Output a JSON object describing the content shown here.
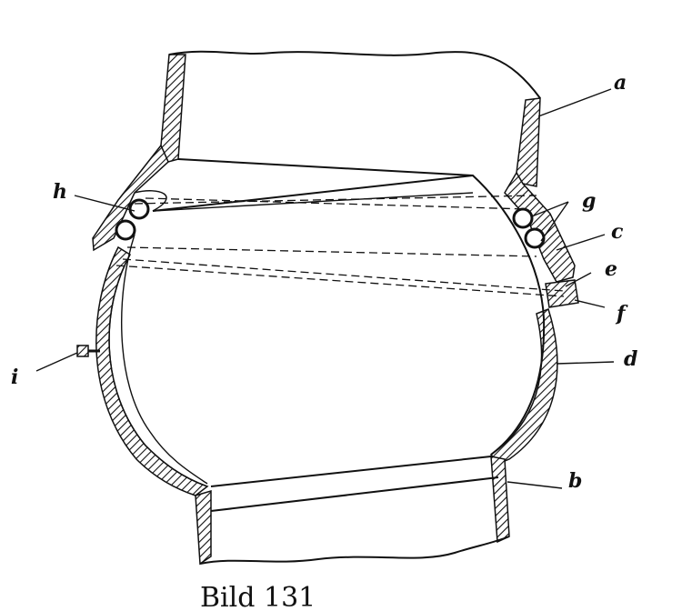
{
  "figure": {
    "caption": "Bild 131",
    "labels": {
      "a": "a",
      "b": "b",
      "c": "c",
      "d": "d",
      "e": "e",
      "f": "f",
      "g": "g",
      "h": "h",
      "i": "i"
    }
  }
}
